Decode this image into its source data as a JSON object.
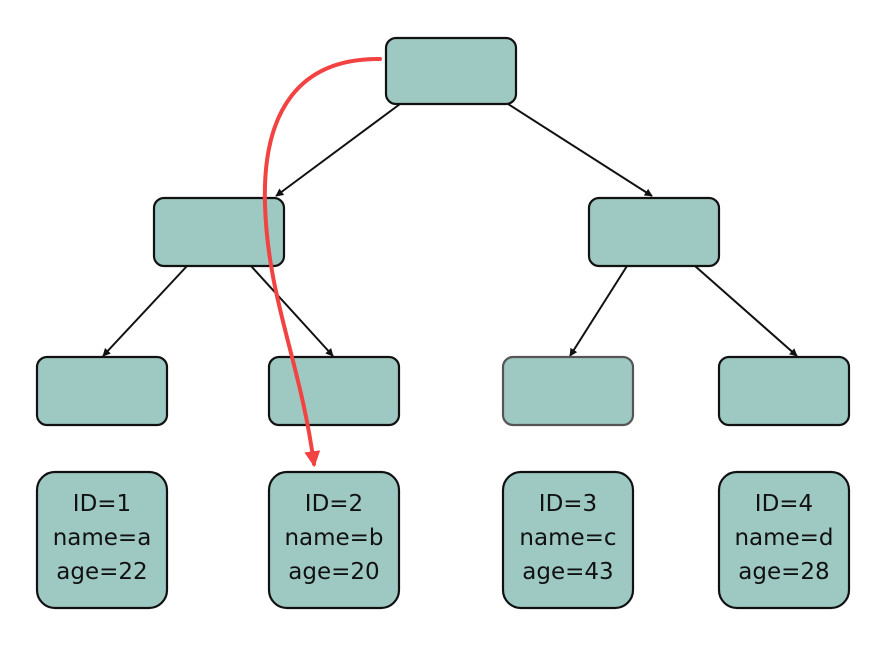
{
  "diagram": {
    "node_fill": "#9ec9c3",
    "edge_color": "#111111",
    "search_path_color": "#f24242",
    "records": [
      {
        "id": "ID=1",
        "name": "name=a",
        "age": "age=22"
      },
      {
        "id": "ID=2",
        "name": "name=b",
        "age": "age=20"
      },
      {
        "id": "ID=3",
        "name": "name=c",
        "age": "age=43"
      },
      {
        "id": "ID=4",
        "name": "name=d",
        "age": "age=28"
      }
    ]
  }
}
